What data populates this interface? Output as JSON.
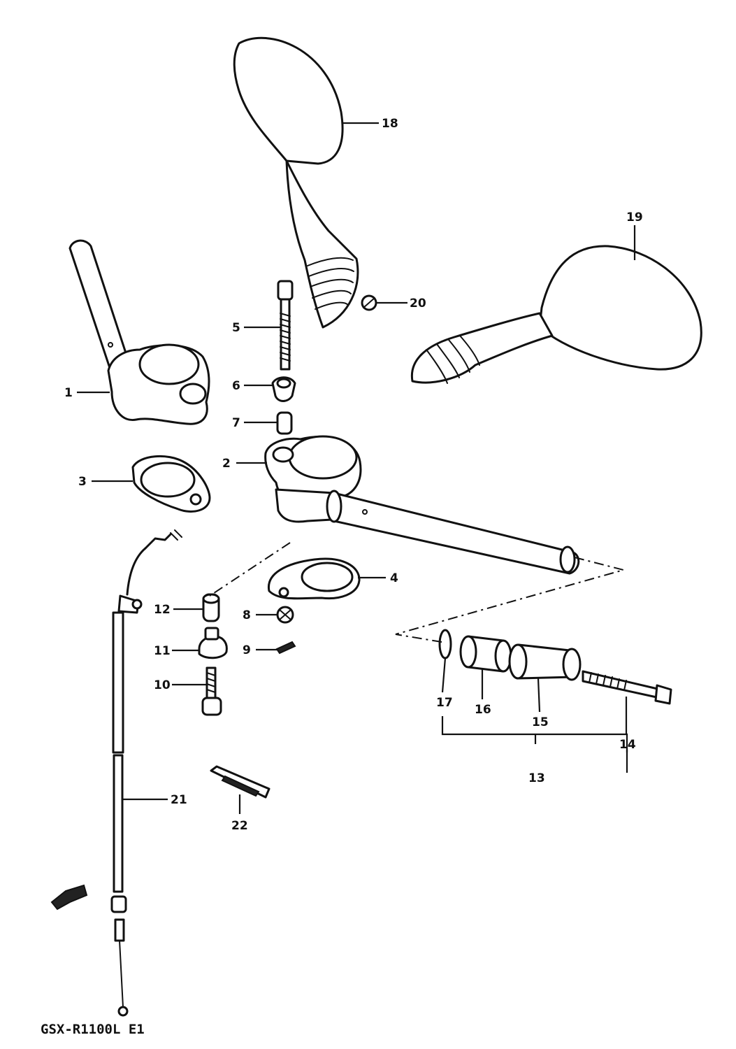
{
  "diagram": {
    "model_code": "GSX-R1100L E1",
    "callouts": [
      "1",
      "2",
      "3",
      "4",
      "5",
      "6",
      "7",
      "8",
      "9",
      "10",
      "11",
      "12",
      "13",
      "14",
      "15",
      "16",
      "17",
      "18",
      "19",
      "20",
      "21",
      "22"
    ]
  }
}
